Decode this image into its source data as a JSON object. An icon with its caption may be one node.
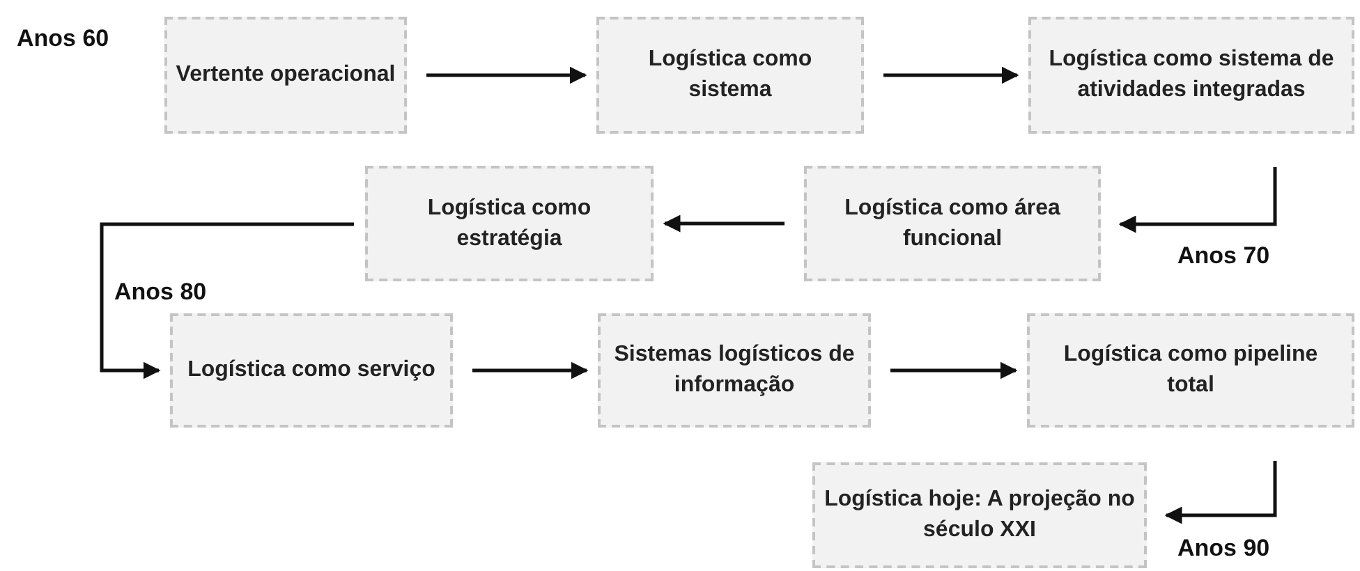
{
  "diagram": {
    "nodes": [
      {
        "text": [
          "Vertente operacional"
        ]
      },
      {
        "text": [
          "Logística como sistema"
        ]
      },
      {
        "text": [
          "Logística como sistema de atividades integradas"
        ]
      },
      {
        "text": [
          "Logística como área funcional"
        ]
      },
      {
        "text": [
          "Logística como estratégia"
        ]
      },
      {
        "text": [
          "Logística como serviço"
        ]
      },
      {
        "text": [
          "Sistemas logísticos de informação"
        ]
      },
      {
        "text": [
          "Logística como pipeline total"
        ]
      },
      {
        "text": [
          "Logística hoje: A projeção no século XXI"
        ]
      }
    ],
    "edges": [
      {
        "from": 0,
        "to": 1,
        "arrow": "to"
      },
      {
        "from": 1,
        "to": 2,
        "arrow": "to"
      },
      {
        "from": 2,
        "to": 3,
        "arrow": "to"
      },
      {
        "from": 3,
        "to": 4,
        "arrow": "to"
      },
      {
        "from": 4,
        "to": 5,
        "arrow": "to"
      },
      {
        "from": 5,
        "to": 6,
        "arrow": "to"
      },
      {
        "from": 6,
        "to": 7,
        "arrow": "to"
      },
      {
        "from": 7,
        "to": 8,
        "arrow": "to"
      }
    ],
    "labels": [
      "Anos 60",
      "Anos 70",
      "Anos 80",
      "Anos 90"
    ]
  }
}
